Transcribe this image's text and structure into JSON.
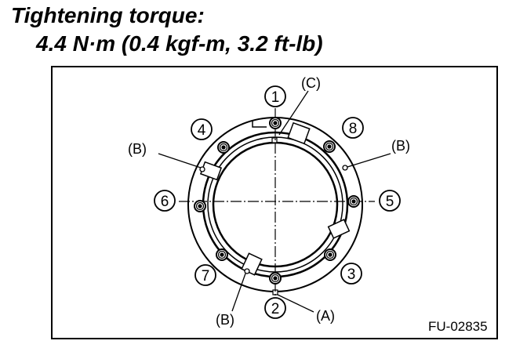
{
  "heading": {
    "title": "Tightening torque:",
    "torque": "4.4 N·m (0.4 kgf-m, 3.2 ft-lb)"
  },
  "diagram": {
    "bolt_numbers": [
      "1",
      "2",
      "3",
      "4",
      "5",
      "6",
      "7",
      "8"
    ],
    "labels": {
      "a": "(A)",
      "b_left": "(B)",
      "b_right": "(B)",
      "b_bottom": "(B)",
      "c": "(C)"
    },
    "figure_code": "FU-02835"
  }
}
